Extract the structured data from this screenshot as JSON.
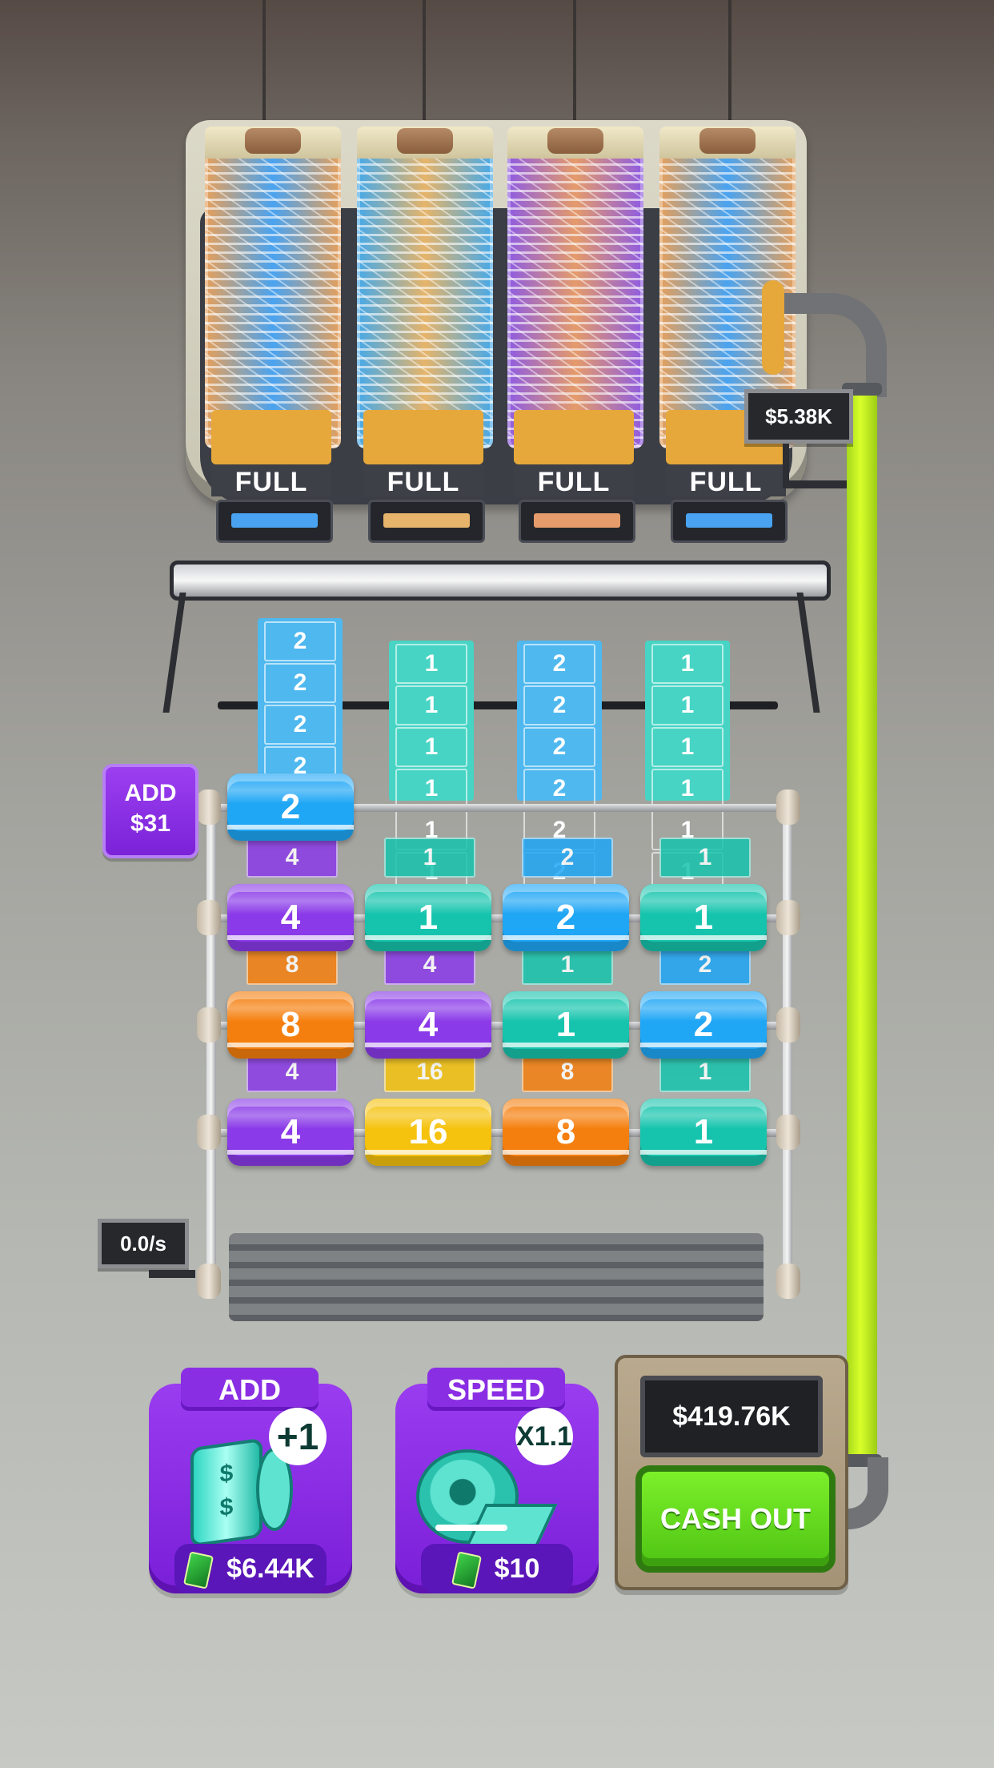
{
  "colors": {
    "accent_purple": "#7a1fd8",
    "cash_green": "#5fe01c",
    "pipe_green": "#d9ff2a",
    "roll_blue": "#1fa6f5",
    "roll_teal": "#1fcfb8",
    "roll_violet": "#8a3ae8",
    "roll_orange": "#f57f0e",
    "roll_yellow": "#f5c20e"
  },
  "vault": {
    "value": "$5.38K",
    "slots": [
      {
        "label": "FULL",
        "color": "#4aa3f0",
        "stack_color": "#e7a05a"
      },
      {
        "label": "FULL",
        "color": "#e6b46a",
        "stack_color": "#46a9e9"
      },
      {
        "label": "FULL",
        "color": "#e59b6a",
        "stack_color": "#8e5be2"
      },
      {
        "label": "FULL",
        "color": "#4aa3f0",
        "stack_color": "#e7a05a"
      }
    ]
  },
  "rate_label": "0.0/s",
  "add_roll_button": {
    "title": "ADD",
    "price": "$31"
  },
  "belts": [
    {
      "notes": [
        "2",
        "2",
        "2",
        "2"
      ],
      "color": "#4fb8ef"
    },
    {
      "notes": [
        "1",
        "1",
        "1",
        "1",
        "1",
        "1"
      ],
      "color": "#47d4c4"
    },
    {
      "notes": [
        "2",
        "2",
        "2",
        "2",
        "2",
        "2"
      ],
      "color": "#4fb8ef"
    },
    {
      "notes": [
        "1",
        "1",
        "1",
        "1",
        "1",
        "1"
      ],
      "color": "#47d4c4"
    }
  ],
  "rolls": [
    [
      {
        "value": "2",
        "color": "#1fa6f5"
      },
      null,
      null,
      null
    ],
    [
      {
        "value": "4",
        "color": "#8a3ae8"
      },
      {
        "value": "1",
        "color": "#16c4ad"
      },
      {
        "value": "2",
        "color": "#1fa6f5"
      },
      {
        "value": "1",
        "color": "#16c4ad"
      }
    ],
    [
      {
        "value": "8",
        "color": "#f57f0e"
      },
      {
        "value": "4",
        "color": "#8a3ae8"
      },
      {
        "value": "1",
        "color": "#16c4ad"
      },
      {
        "value": "2",
        "color": "#1fa6f5"
      }
    ],
    [
      {
        "value": "4",
        "color": "#8a3ae8"
      },
      {
        "value": "16",
        "color": "#f5c20e"
      },
      {
        "value": "8",
        "color": "#f57f0e"
      },
      {
        "value": "1",
        "color": "#16c4ad"
      }
    ]
  ],
  "between_notes": [
    [
      "4",
      "1",
      "2",
      "1"
    ],
    [
      "8",
      "4",
      "1",
      "2"
    ],
    [
      "4",
      "16",
      "8",
      "1"
    ]
  ],
  "add_button": {
    "title": "ADD",
    "badge": "+1",
    "price": "$6.44K"
  },
  "speed_button": {
    "title": "SPEED",
    "badge": "X1.1",
    "price": "$10"
  },
  "cash_out": {
    "balance": "$419.76K",
    "label": "CASH OUT"
  }
}
